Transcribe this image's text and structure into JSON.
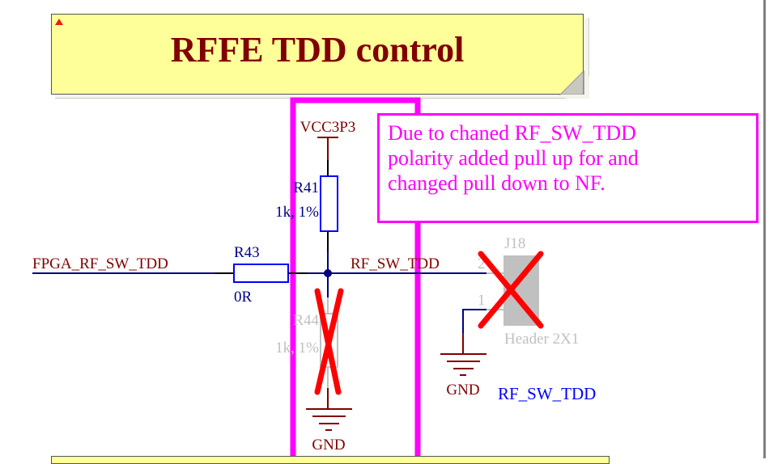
{
  "title_note": {
    "text": "RFFE TDD control",
    "icon": "warning-triangle-icon"
  },
  "annotation_note": {
    "text": "Due to chaned RF_SW_TDD\npolarity added pull up for and\nchanged pull down to NF."
  },
  "nets": {
    "input_net": "FPGA_RF_SW_TDD",
    "output_net": "RF_SW_TDD",
    "net_label_blue": "RF_SW_TDD",
    "power": "VCC3P3",
    "ground_1": "GND",
    "ground_2": "GND"
  },
  "components": {
    "r41": {
      "designator": "R41",
      "value": "1k, 1%"
    },
    "r43": {
      "designator": "R43",
      "value": "0R"
    },
    "r44": {
      "designator": "R44",
      "value": "1k, 1%",
      "status": "not-fitted"
    },
    "j18": {
      "designator": "J18",
      "value": "Header 2X1",
      "pin1": "1",
      "pin2": "2",
      "status": "not-fitted"
    }
  },
  "colors": {
    "net_label": "#800000",
    "designator": "#000080",
    "highlight": "#ff00ff",
    "dnp_cross": "#ff0000",
    "note_fill": "#ffff99",
    "wire": "#000080",
    "disabled": "#c0c0c0"
  }
}
